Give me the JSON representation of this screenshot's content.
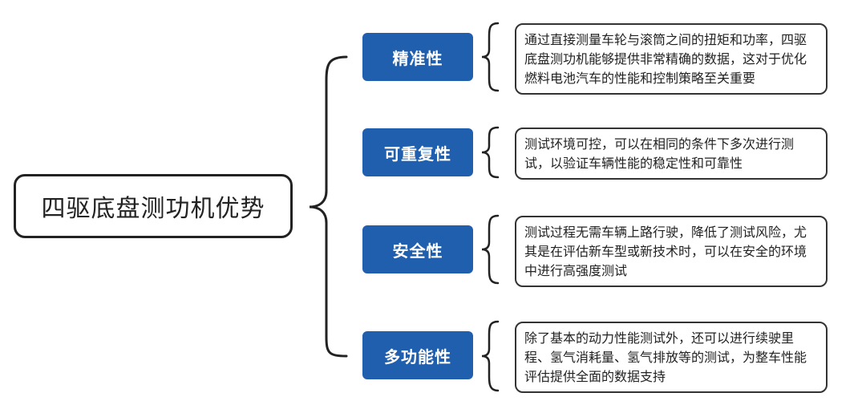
{
  "colors": {
    "branch_fill": "#1f5fae",
    "branch_text": "#ffffff",
    "outline": "#222222",
    "background": "#ffffff"
  },
  "root": {
    "title": "四驱底盘测功机优势"
  },
  "branches": [
    {
      "label": "精准性",
      "description": "通过直接测量车轮与滚筒之间的扭矩和功率，四驱底盘测功机能够提供非常精确的数据，这对于优化燃料电池汽车的性能和控制策略至关重要"
    },
    {
      "label": "可重复性",
      "description": "测试环境可控，可以在相同的条件下多次进行测试，以验证车辆性能的稳定性和可靠性"
    },
    {
      "label": "安全性",
      "description": "测试过程无需车辆上路行驶，降低了测试风险，尤其是在评估新车型或新技术时，可以在安全的环境中进行高强度测试"
    },
    {
      "label": "多功能性",
      "description": "除了基本的动力性能测试外，还可以进行续驶里程、氢气消耗量、氢气排放等的测试，为整车性能评估提供全面的数据支持"
    }
  ]
}
